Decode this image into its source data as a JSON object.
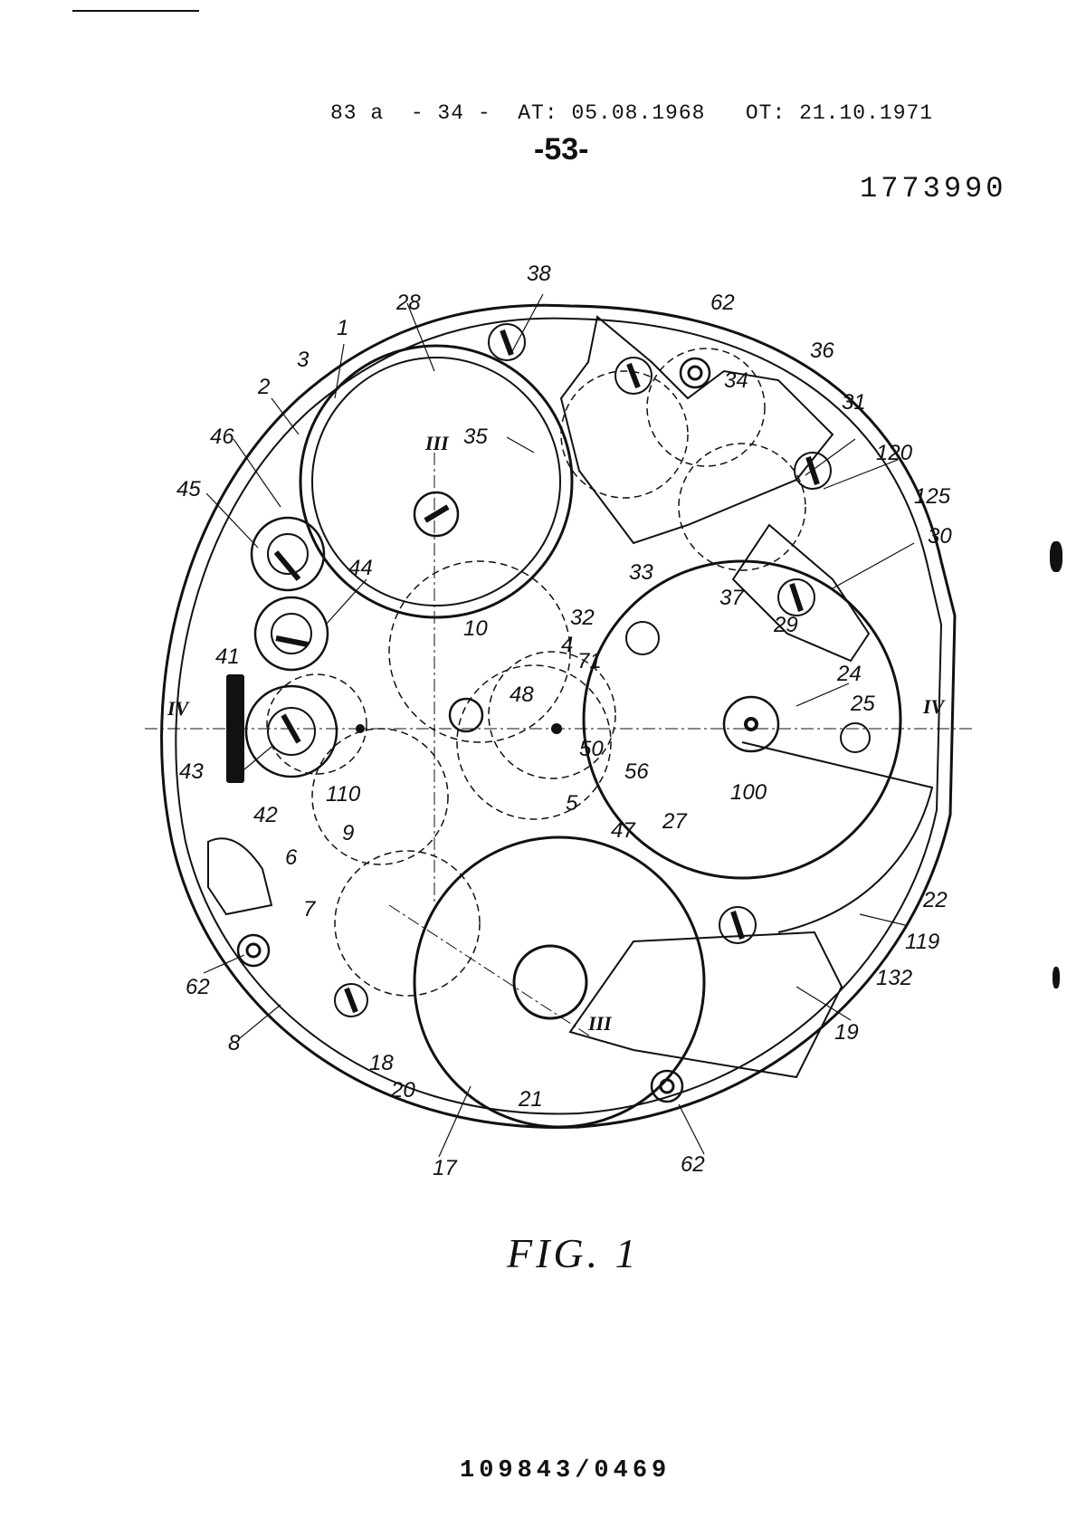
{
  "header": {
    "text": "83 a  - 34 -  AT: 05.08.1968   OT: 21.10.1971",
    "page_mark": "-53-",
    "document_number": "1773990"
  },
  "figure": {
    "caption": "FIG. 1",
    "section_labels": [
      "III",
      "III",
      "IV",
      "IV"
    ],
    "labels": [
      "1",
      "2",
      "3",
      "4",
      "5",
      "6",
      "7",
      "8",
      "9",
      "10",
      "17",
      "18",
      "19",
      "20",
      "21",
      "22",
      "24",
      "25",
      "27",
      "28",
      "29",
      "30",
      "31",
      "32",
      "33",
      "34",
      "35",
      "36",
      "37",
      "38",
      "41",
      "42",
      "43",
      "44",
      "45",
      "46",
      "47",
      "48",
      "50",
      "56",
      "62",
      "62",
      "62",
      "71",
      "100",
      "110",
      "119",
      "120",
      "125",
      "132"
    ]
  },
  "footer": {
    "code": "109843/0469"
  }
}
